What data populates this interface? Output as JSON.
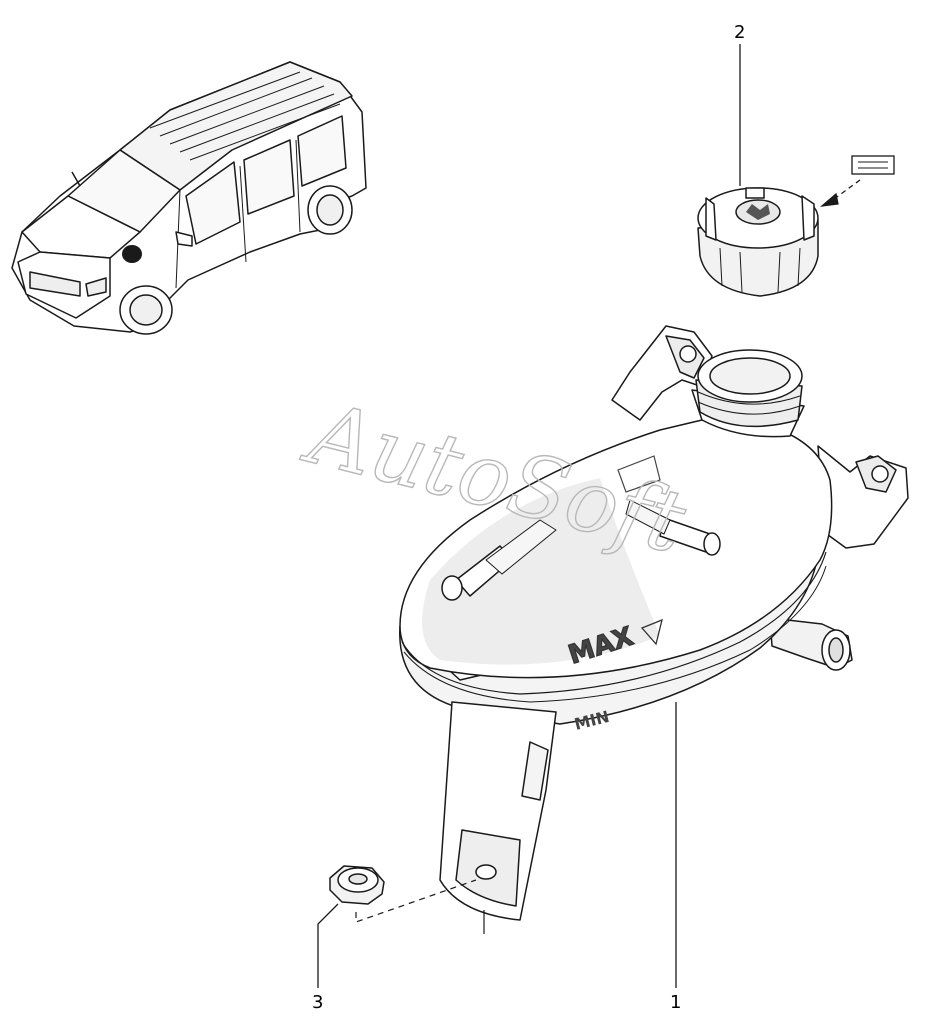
{
  "diagram": {
    "watermark": "AutoSoft",
    "callouts": [
      {
        "number": "1",
        "part": "expansion-tank"
      },
      {
        "number": "2",
        "part": "filler-cap"
      },
      {
        "number": "3",
        "part": "nut"
      }
    ],
    "tank_markings": {
      "max_label": "MAX",
      "min_label": "MIN"
    },
    "line_color": "#1a1a1a",
    "fill_color": "#ffffff",
    "shade_color": "#e6e6e6"
  }
}
